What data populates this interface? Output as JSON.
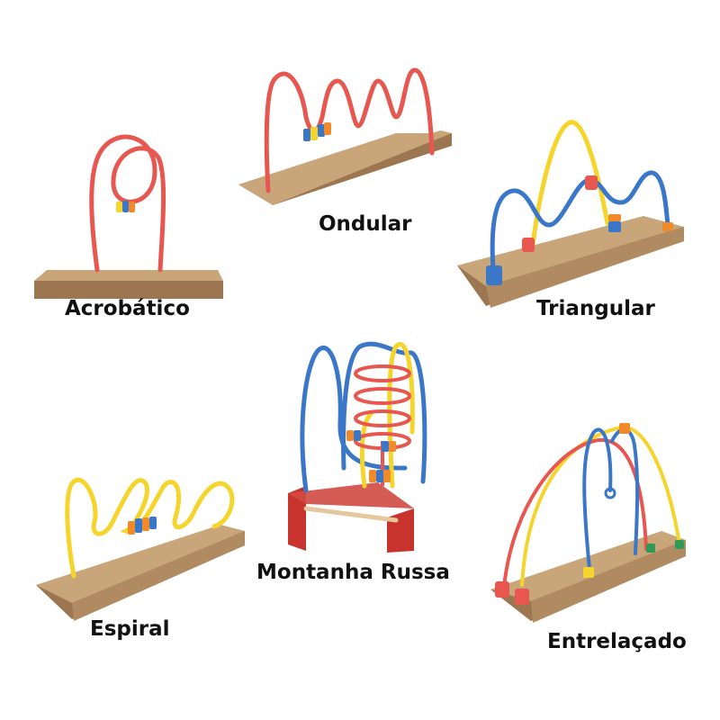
{
  "products": [
    {
      "name": "Acrobático"
    },
    {
      "name": "Ondular"
    },
    {
      "name": "Triangular"
    },
    {
      "name": "Espiral"
    },
    {
      "name": "Montanha Russa"
    },
    {
      "name": "Entrelaçado"
    }
  ],
  "colors": {
    "wood": "#c9a57a",
    "wood_side": "#9c7650",
    "red": "#e8574f",
    "yellow": "#f5d42c",
    "blue": "#3b77c9",
    "orange": "#f08a2a",
    "green": "#2f9a55",
    "dark_red": "#c8332e"
  }
}
